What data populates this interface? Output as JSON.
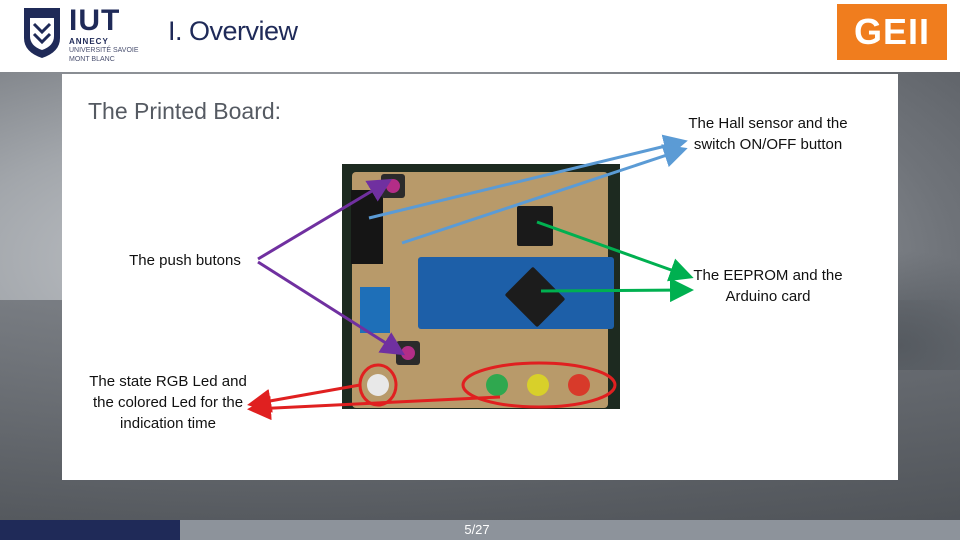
{
  "header": {
    "logo": {
      "name": "IUT",
      "line1": "ANNECY",
      "line2": "UNIVERSITÉ SAVOIE MONT BLANC"
    },
    "title": "I. Overview",
    "brand": "GEII"
  },
  "slide": {
    "subtitle": "The Printed Board:",
    "annotations": {
      "hall_sensor": "The Hall sensor and the switch ON/OFF button",
      "push_buttons": "The push butons",
      "eeprom_arduino": "The EEPROM and the Arduino card",
      "leds": "The state RGB Led and the colored Led for the indication time"
    },
    "arrow_colors": {
      "blue": "#5b9bd5",
      "purple": "#7030a0",
      "green": "#00b050",
      "red": "#e02020"
    },
    "board_led_colors": [
      "#e8e8e8",
      "#2fa84f",
      "#d8d02a",
      "#d83a2a"
    ]
  },
  "footer": {
    "page": "5/27",
    "accent": "#1f2a58"
  }
}
